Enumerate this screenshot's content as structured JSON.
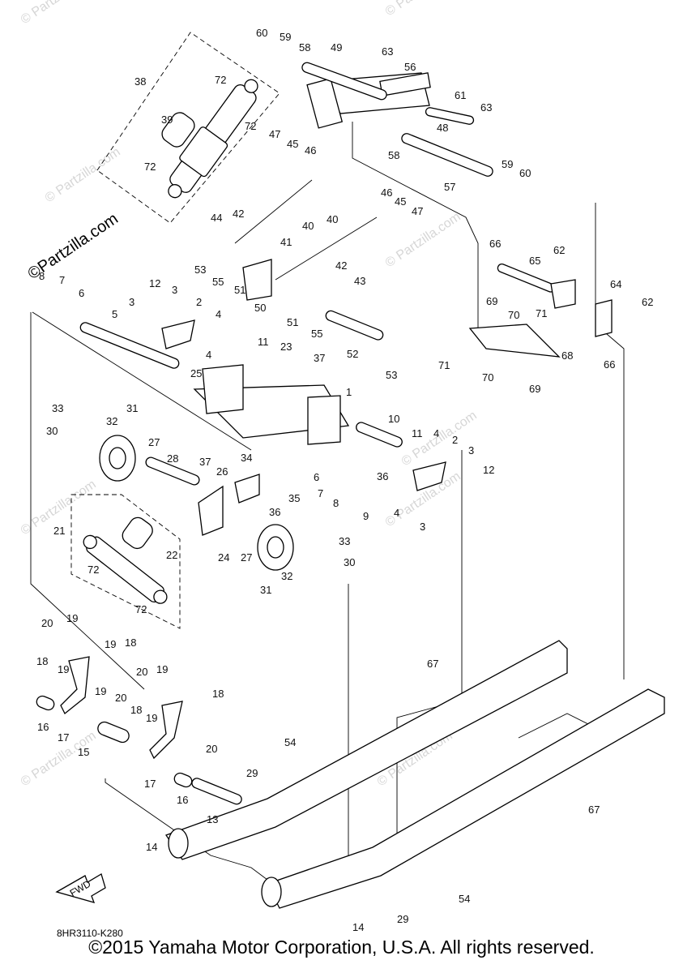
{
  "diagram": {
    "code": "8HR3110-K280",
    "fwd_label": "FWD",
    "copyright": "©2015 Yamaha Motor Corporation, U.S.A. All rights reserved."
  },
  "watermark": {
    "main": "©Partzilla.com",
    "faint": "© Partzilla.com"
  },
  "callouts": [
    "60",
    "59",
    "58",
    "49",
    "63",
    "56",
    "38",
    "72",
    "39",
    "72",
    "61",
    "63",
    "47",
    "45",
    "46",
    "48",
    "58",
    "72",
    "57",
    "59",
    "60",
    "44",
    "42",
    "40",
    "40",
    "46",
    "45",
    "47",
    "41",
    "53",
    "55",
    "51",
    "50",
    "42",
    "43",
    "66",
    "62",
    "64",
    "8",
    "7",
    "6",
    "12",
    "3",
    "5",
    "3",
    "2",
    "4",
    "65",
    "69",
    "70",
    "71",
    "62",
    "1",
    "11",
    "23",
    "37",
    "4",
    "25",
    "68",
    "66",
    "71",
    "70",
    "69",
    "52",
    "51",
    "55",
    "53",
    "33",
    "31",
    "30",
    "32",
    "27",
    "28",
    "37",
    "26",
    "34",
    "10",
    "11",
    "4",
    "2",
    "3",
    "12",
    "35",
    "36",
    "6",
    "7",
    "8",
    "9",
    "4",
    "3",
    "21",
    "36",
    "22",
    "24",
    "27",
    "33",
    "30",
    "72",
    "32",
    "31",
    "72",
    "20",
    "19",
    "19",
    "18",
    "18",
    "19",
    "20",
    "19",
    "67",
    "16",
    "19",
    "20",
    "18",
    "17",
    "15",
    "19",
    "18",
    "20",
    "17",
    "54",
    "16",
    "29",
    "13",
    "67",
    "14",
    "54",
    "29",
    "14"
  ]
}
